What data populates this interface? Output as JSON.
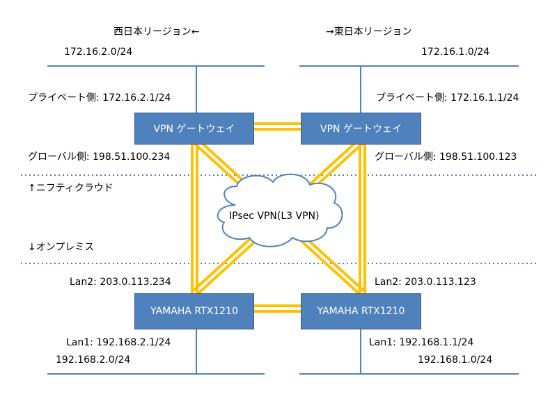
{
  "regions": {
    "west": {
      "title": "西日本リージョン←",
      "subnet": "172.16.2.0/24"
    },
    "east": {
      "title": "→東日本リージョン",
      "subnet": "172.16.1.0/24"
    }
  },
  "cloud_labels": {
    "west_private": "プライベート側: 172.16.2.1/24",
    "east_private": "プライベート側: 172.16.1.1/24",
    "west_global": "グローバル側: 198.51.100.234",
    "east_global": "グローバル側: 198.51.100.123"
  },
  "zones": {
    "cloud": "↑ニフティクラウド",
    "onprem": "↓オンプレミス"
  },
  "tunnel": {
    "label": "IPsec VPN(L3 VPN)"
  },
  "devices": {
    "vpn_gw_west": "VPN ゲートウェイ",
    "vpn_gw_east": "VPN ゲートウェイ",
    "rtx_west": "YAMAHA RTX1210",
    "rtx_east": "YAMAHA RTX1210"
  },
  "onprem_labels": {
    "west_lan2": "Lan2: 203.0.113.234",
    "east_lan2": "Lan2: 203.0.113.123",
    "west_lan1": "Lan1: 192.168.2.1/24",
    "east_lan1": "Lan1: 192.168.1.1/24",
    "west_subnet": "192.168.2.0/24",
    "east_subnet": "192.168.1.0/24"
  },
  "colors": {
    "device_fill": "#4f81bd",
    "network_line": "#4f81bd",
    "tunnel": "#ffc000",
    "divider": "#4f81bd"
  }
}
